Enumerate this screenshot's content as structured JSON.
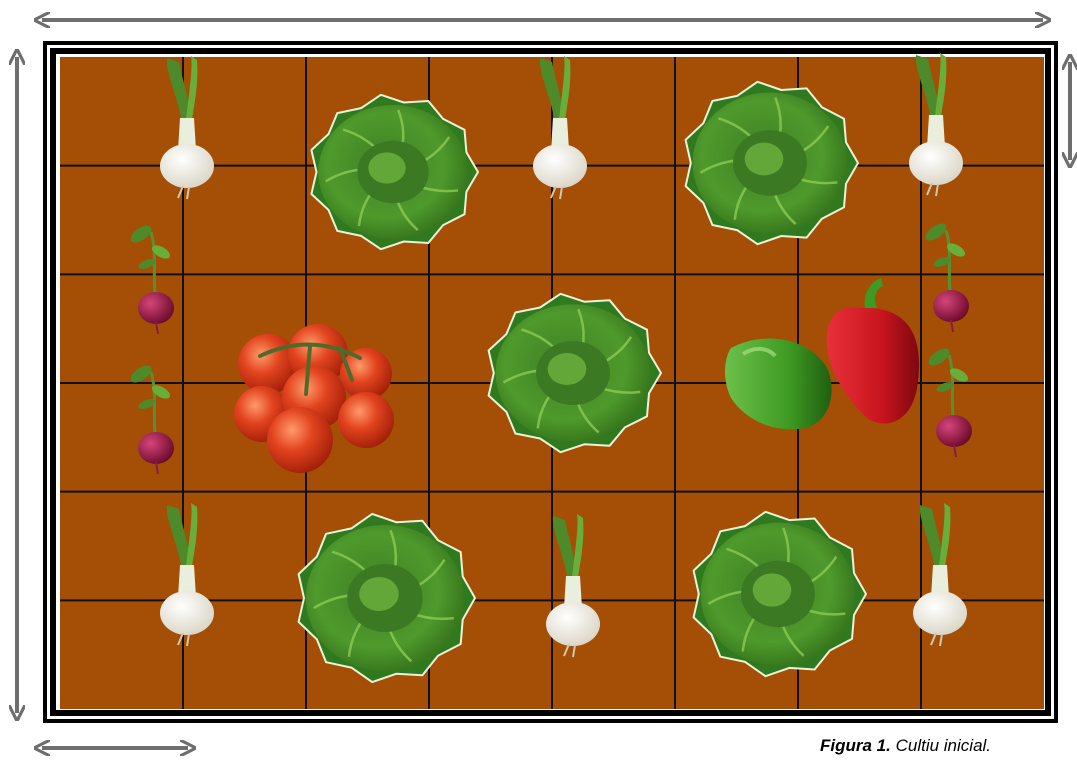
{
  "figure": {
    "label": "Figura 1.",
    "text": "Cultiu inicial."
  },
  "garden": {
    "soil_color": "#A44F05",
    "grid_color": "#111111",
    "rows": 6,
    "cols": 8,
    "plants": [
      {
        "kind": "onion",
        "cell": [
          0,
          1
        ]
      },
      {
        "kind": "onion",
        "cell": [
          0,
          4
        ]
      },
      {
        "kind": "onion",
        "cell": [
          0,
          7
        ]
      },
      {
        "kind": "lettuce",
        "cell": [
          0,
          2
        ]
      },
      {
        "kind": "lettuce",
        "cell": [
          0,
          5
        ]
      },
      {
        "kind": "radish",
        "cell": [
          2,
          0
        ]
      },
      {
        "kind": "radish",
        "cell": [
          3,
          0
        ]
      },
      {
        "kind": "radish",
        "cell": [
          2,
          7
        ]
      },
      {
        "kind": "radish",
        "cell": [
          3,
          7
        ]
      },
      {
        "kind": "tomato",
        "cell": [
          2,
          1
        ]
      },
      {
        "kind": "lettuce",
        "cell": [
          2,
          4
        ]
      },
      {
        "kind": "pepper",
        "cell": [
          2,
          5
        ]
      },
      {
        "kind": "onion",
        "cell": [
          4,
          1
        ]
      },
      {
        "kind": "onion",
        "cell": [
          4,
          4
        ]
      },
      {
        "kind": "onion",
        "cell": [
          4,
          7
        ]
      },
      {
        "kind": "lettuce",
        "cell": [
          4,
          2
        ]
      },
      {
        "kind": "lettuce",
        "cell": [
          4,
          5
        ]
      }
    ]
  },
  "colors": {
    "arrow": "#6E6E6E",
    "frame": "#000000",
    "lettuce_dark": "#2F7A1F",
    "lettuce_light": "#6DB33F",
    "tomato": "#E2431E",
    "pepper_red": "#C8141E",
    "pepper_green": "#3E9A22",
    "radish": "#9C1240",
    "onion_bulb": "#F4F1E6",
    "leaf_green": "#4E8A2A"
  }
}
